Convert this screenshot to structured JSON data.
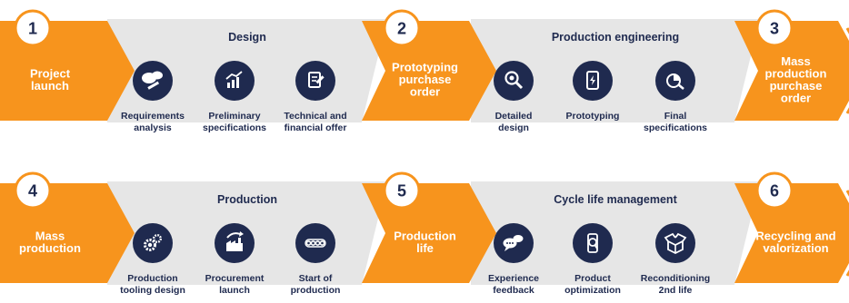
{
  "colors": {
    "orange": "#f7941d",
    "navy": "#1f2a4f",
    "band": "#e6e6e6",
    "white": "#ffffff"
  },
  "rows": [
    {
      "milestones": [
        {
          "number": "1",
          "label_lines": [
            "Project",
            "launch"
          ]
        },
        {
          "number": "2",
          "label_lines": [
            "Prototyping",
            "purchase",
            "order"
          ]
        },
        {
          "number": "3",
          "label_lines": [
            "Mass",
            "production",
            "purchase",
            "order"
          ]
        }
      ],
      "phases": [
        {
          "title": "Design",
          "steps": [
            {
              "icon": "chat-pencil-icon",
              "label_lines": [
                "Requirements",
                "analysis"
              ]
            },
            {
              "icon": "rising-chart-icon",
              "label_lines": [
                "Preliminary",
                "specifications"
              ]
            },
            {
              "icon": "document-edit-icon",
              "label_lines": [
                "Technical and",
                "financial offer"
              ]
            }
          ]
        },
        {
          "title": "Production engineering",
          "steps": [
            {
              "icon": "magnifier-design-icon",
              "label_lines": [
                "Detailed",
                "design"
              ]
            },
            {
              "icon": "prototype-device-icon",
              "label_lines": [
                "Prototyping"
              ]
            },
            {
              "icon": "pie-chart-specs-icon",
              "label_lines": [
                "Final",
                "specifications"
              ]
            }
          ]
        }
      ]
    },
    {
      "milestones": [
        {
          "number": "4",
          "label_lines": [
            "Mass",
            "production"
          ]
        },
        {
          "number": "5",
          "label_lines": [
            "Production",
            "life"
          ]
        },
        {
          "number": "6",
          "label_lines": [
            "Recycling and",
            "valorization"
          ]
        }
      ],
      "phases": [
        {
          "title": "Production",
          "steps": [
            {
              "icon": "gears-icon",
              "label_lines": [
                "Production",
                "tooling design"
              ]
            },
            {
              "icon": "factory-arrow-icon",
              "label_lines": [
                "Procurement",
                "launch"
              ]
            },
            {
              "icon": "production-line-icon",
              "label_lines": [
                "Start of",
                "production"
              ]
            }
          ]
        },
        {
          "title": "Cycle life management",
          "steps": [
            {
              "icon": "speech-bubbles-icon",
              "label_lines": [
                "Experience",
                "feedback"
              ]
            },
            {
              "icon": "magnifier-product-icon",
              "label_lines": [
                "Product",
                "optimization"
              ]
            },
            {
              "icon": "open-box-icon",
              "label_lines": [
                "Reconditioning",
                "2nd life"
              ]
            }
          ]
        }
      ]
    }
  ]
}
